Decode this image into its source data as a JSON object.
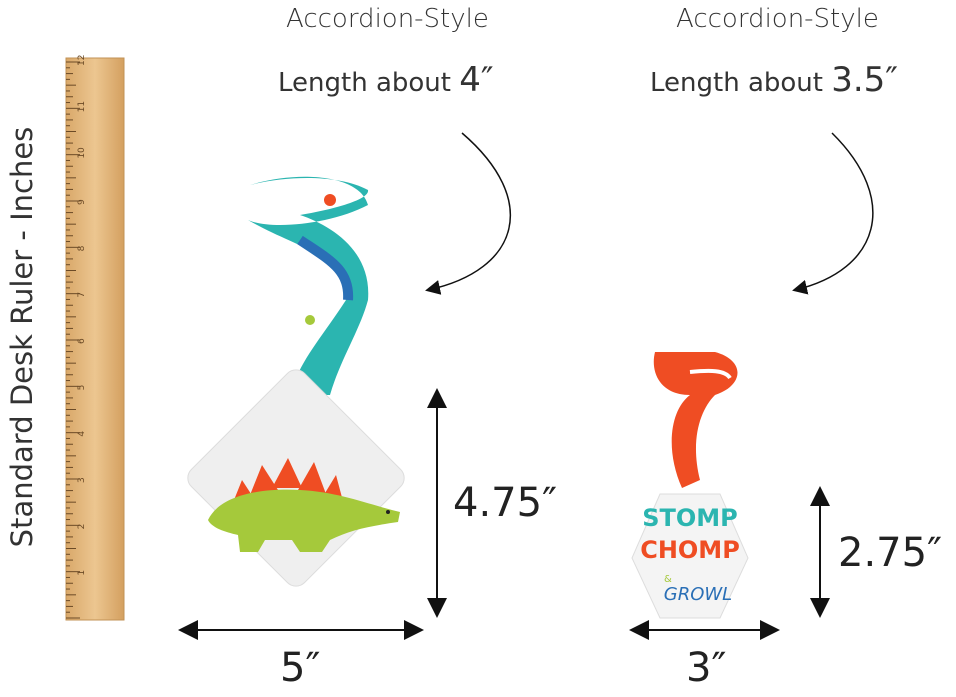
{
  "ruler_label": "Standard Desk Ruler - Inches",
  "ruler_ticks": [
    "1",
    "2",
    "3",
    "4",
    "5",
    "6",
    "7",
    "8",
    "9",
    "10",
    "11",
    "12"
  ],
  "left_item": {
    "style": "Accordion-Style",
    "length_prefix": "Length about",
    "length_value": "4″",
    "height": "4.75″",
    "width": "5″"
  },
  "right_item": {
    "style": "Accordion-Style",
    "length_prefix": "Length about",
    "length_value": "3.5″",
    "height": "2.75″",
    "width": "3″",
    "card_text": [
      "STOMP",
      "CHOMP",
      "&",
      "GROWL"
    ]
  },
  "colors": {
    "ruler": "#e3b97f",
    "teal": "#2bb5b0",
    "orange": "#ef4d23",
    "green": "#a5c93b",
    "blue": "#2a6fb6"
  }
}
